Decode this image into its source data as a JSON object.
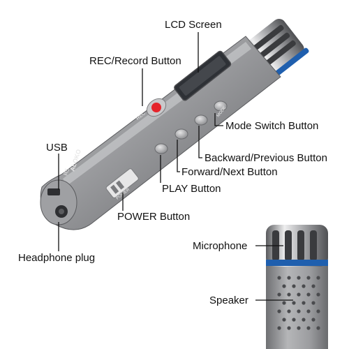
{
  "diagram": {
    "labels": {
      "lcd_screen": "LCD Screen",
      "rec_button": "REC/Record Button",
      "usb": "USB",
      "mode_switch_button": "Mode Switch Button",
      "backward_button": "Backward/Previous Button",
      "forward_button": "Forward/Next Button",
      "play_button": "PLAY Button",
      "power_button": "POWER Button",
      "headphone_plug": "Headphone plug",
      "microphone": "Microphone",
      "speaker": "Speaker"
    },
    "device_markings": {
      "brand": "ALOKO",
      "model": "R5",
      "rec_mark": "REC",
      "mode_mark": "MODE",
      "power_mark": "POWER"
    },
    "colors": {
      "body": "#8f9092",
      "body_dark": "#5e5f62",
      "accent_ring": "#1f5fae",
      "rec_red": "#e5242b",
      "lcd": "#2e3136",
      "leader_line": "#111111"
    }
  }
}
